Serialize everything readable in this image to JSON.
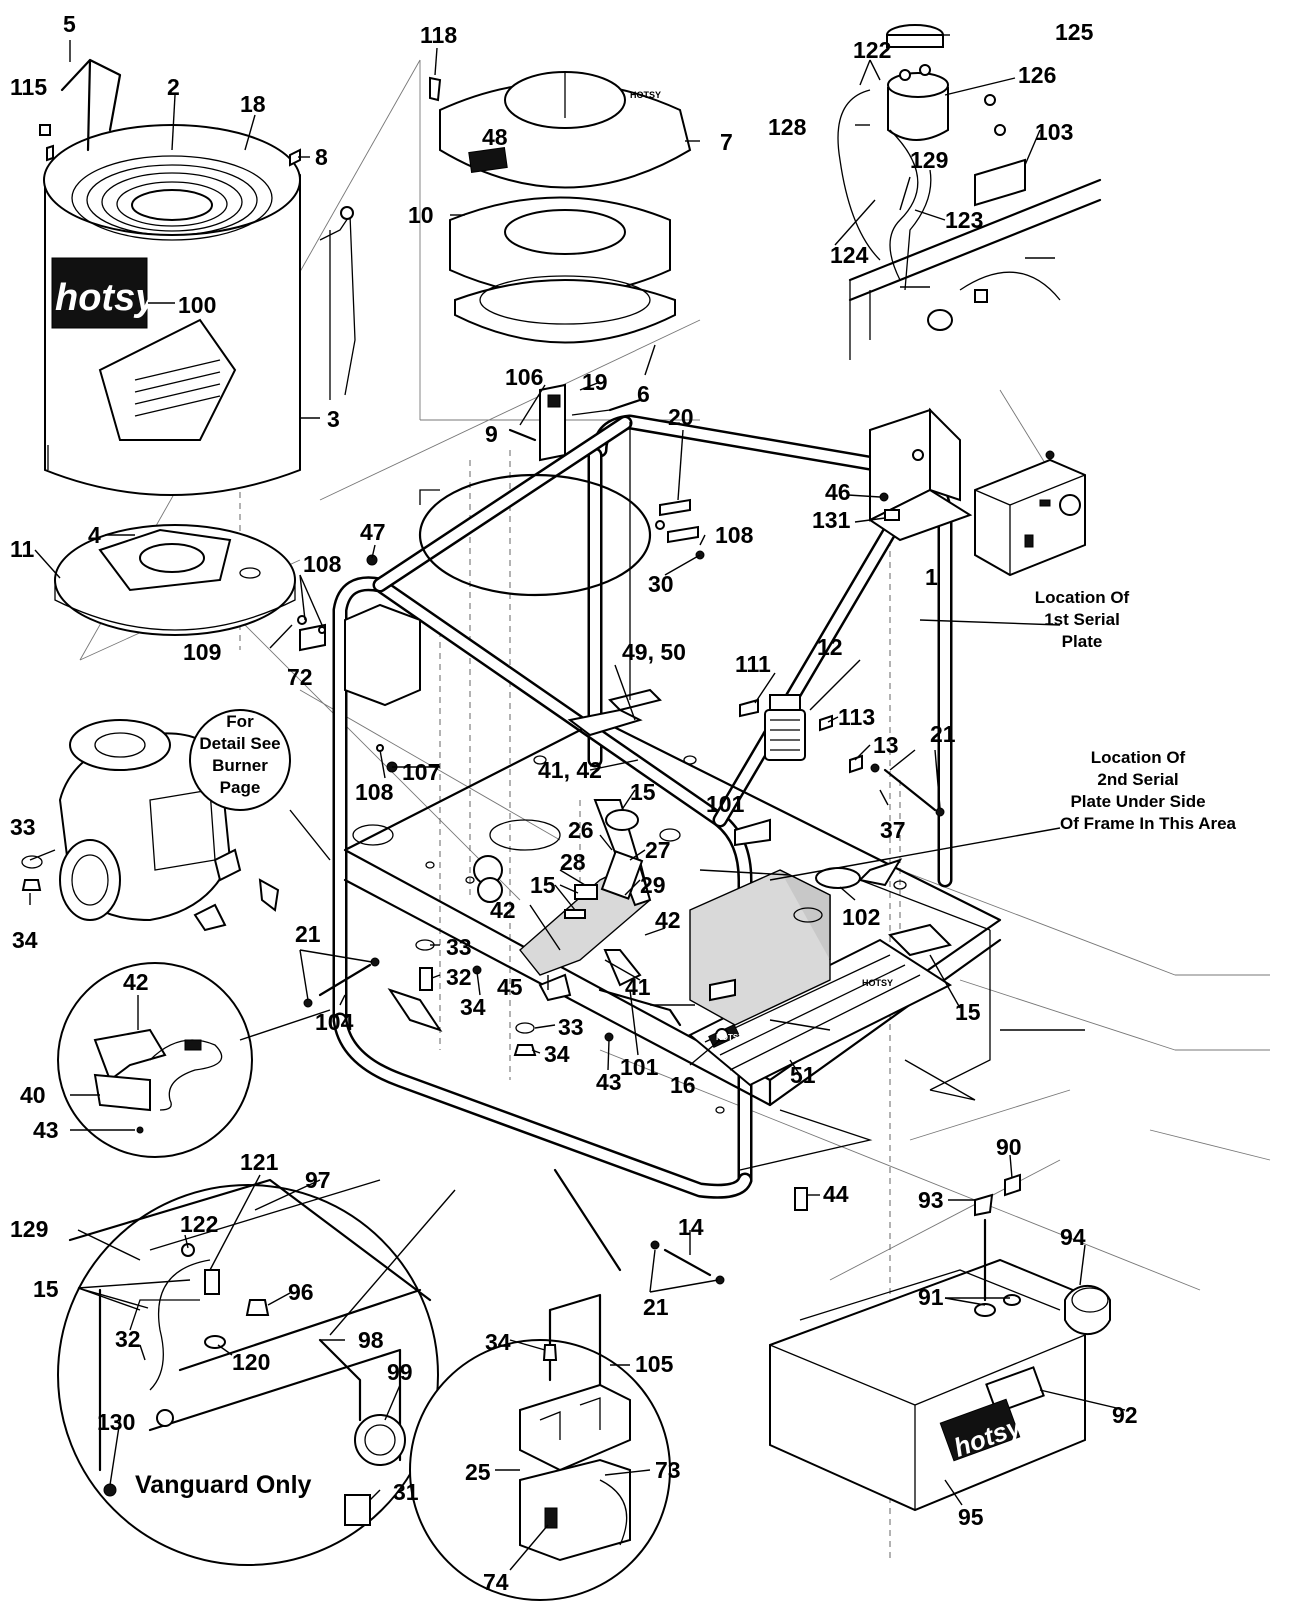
{
  "brand": {
    "logo": "hotsy",
    "plate": "HOTSY"
  },
  "notes": {
    "serial1": [
      "Location Of",
      "1st Serial",
      "Plate"
    ],
    "serial2": [
      "Location Of",
      "2nd Serial",
      "Plate Under Side",
      "Of Frame In This Area"
    ],
    "burner": [
      "For",
      "Detail See",
      "Burner",
      "Page"
    ],
    "vanguard": "Vanguard Only"
  },
  "callouts": {
    "c1": "1",
    "c2": "2",
    "c3": "3",
    "c4": "4",
    "c5": "5",
    "c6": "6",
    "c7": "7",
    "c8": "8",
    "c9": "9",
    "c10": "10",
    "c11": "11",
    "c12": "12",
    "c13": "13",
    "c14": "14",
    "c15a": "15",
    "c15b": "15",
    "c15c": "15",
    "c15d": "15",
    "c16": "16",
    "c18": "18",
    "c19": "19",
    "c20": "20",
    "c21a": "21",
    "c21b": "21",
    "c21c": "21",
    "c25": "25",
    "c26": "26",
    "c27": "27",
    "c28": "28",
    "c29": "29",
    "c30": "30",
    "c31": "31",
    "c32a": "32",
    "c32b": "32",
    "c33a": "33",
    "c33b": "33",
    "c33c": "33",
    "c34a": "34",
    "c34b": "34",
    "c34c": "34",
    "c34d": "34",
    "c37": "37",
    "c40": "40",
    "c41a": "41",
    "c41b": "41, 42",
    "c42a": "42",
    "c42b": "42",
    "c42c": "42",
    "c43a": "43",
    "c43b": "43",
    "c44": "44",
    "c45": "45",
    "c46": "46",
    "c47": "47",
    "c48": "48",
    "c49": "49, 50",
    "c51": "51",
    "c72": "72",
    "c73": "73",
    "c74": "74",
    "c90": "90",
    "c91": "91",
    "c92": "92",
    "c93": "93",
    "c94": "94",
    "c95": "95",
    "c96": "96",
    "c97": "97",
    "c98": "98",
    "c99": "99",
    "c100": "100",
    "c101a": "101",
    "c101b": "101",
    "c102": "102",
    "c103": "103",
    "c104": "104",
    "c105": "105",
    "c106": "106",
    "c107": "107",
    "c108a": "108",
    "c108b": "108",
    "c108c": "108",
    "c109": "109",
    "c111": "111",
    "c113": "113",
    "c115": "115",
    "c118": "118",
    "c120": "120",
    "c121": "121",
    "c122a": "122",
    "c122b": "122",
    "c123": "123",
    "c124": "124",
    "c125": "125",
    "c126": "126",
    "c128": "128",
    "c129a": "129",
    "c129b": "129",
    "c130": "130",
    "c131": "131"
  }
}
